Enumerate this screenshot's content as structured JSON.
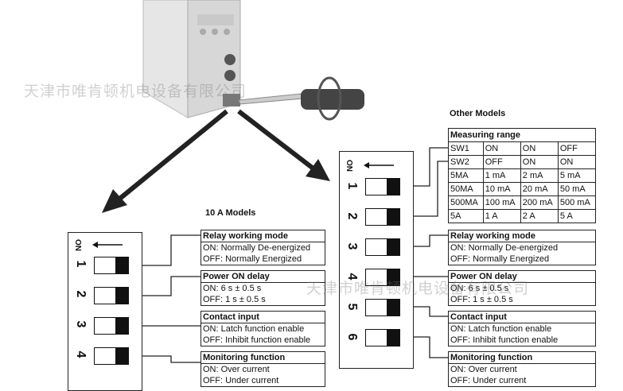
{
  "left": {
    "title": "10 A Models",
    "on_label": "ON",
    "numbers": [
      "1",
      "2",
      "3",
      "4"
    ],
    "boxes": [
      {
        "title": "Relay working mode",
        "on": "ON:  Normally De-energized",
        "off": "OFF: Normally Energized"
      },
      {
        "title": "Power ON delay",
        "on": "ON:  6 s ± 0.5 s",
        "off": "OFF: 1 s ± 0.5 s"
      },
      {
        "title": "Contact input",
        "on": "ON:  Latch function enable",
        "off": "OFF: Inhibit function enable"
      },
      {
        "title": "Monitoring function",
        "on": "ON:  Over current",
        "off": "OFF: Under current"
      }
    ]
  },
  "right": {
    "title": "Other Models",
    "on_label": "ON",
    "numbers": [
      "1",
      "2",
      "3",
      "4",
      "5",
      "6"
    ],
    "measuring": {
      "title": "Measuring range",
      "rows": [
        [
          "SW1",
          "ON",
          "ON",
          "OFF"
        ],
        [
          "SW2",
          "OFF",
          "ON",
          "ON"
        ],
        [
          "5MA",
          "1 mA",
          "2 mA",
          "5 mA"
        ],
        [
          "50MA",
          "10 mA",
          "20 mA",
          "50 mA"
        ],
        [
          "500MA",
          "100 mA",
          "200 mA",
          "500 mA"
        ],
        [
          "5A",
          "1 A",
          "2 A",
          "5 A"
        ]
      ]
    },
    "boxes": [
      {
        "title": "Relay working mode",
        "on": "ON:  Normally De-energized",
        "off": "OFF: Normally Energized"
      },
      {
        "title": "Power ON delay",
        "on": "ON:  6 s ± 0.5 s",
        "off": "OFF: 1 s ± 0.5 s"
      },
      {
        "title": "Contact input",
        "on": "ON:  Latch function enable",
        "off": "OFF: Inhibit function enable"
      },
      {
        "title": "Monitoring function",
        "on": "ON:  Over current",
        "off": "OFF: Under current"
      }
    ]
  },
  "watermark": "天津市唯肯顿机电设备有限公司"
}
